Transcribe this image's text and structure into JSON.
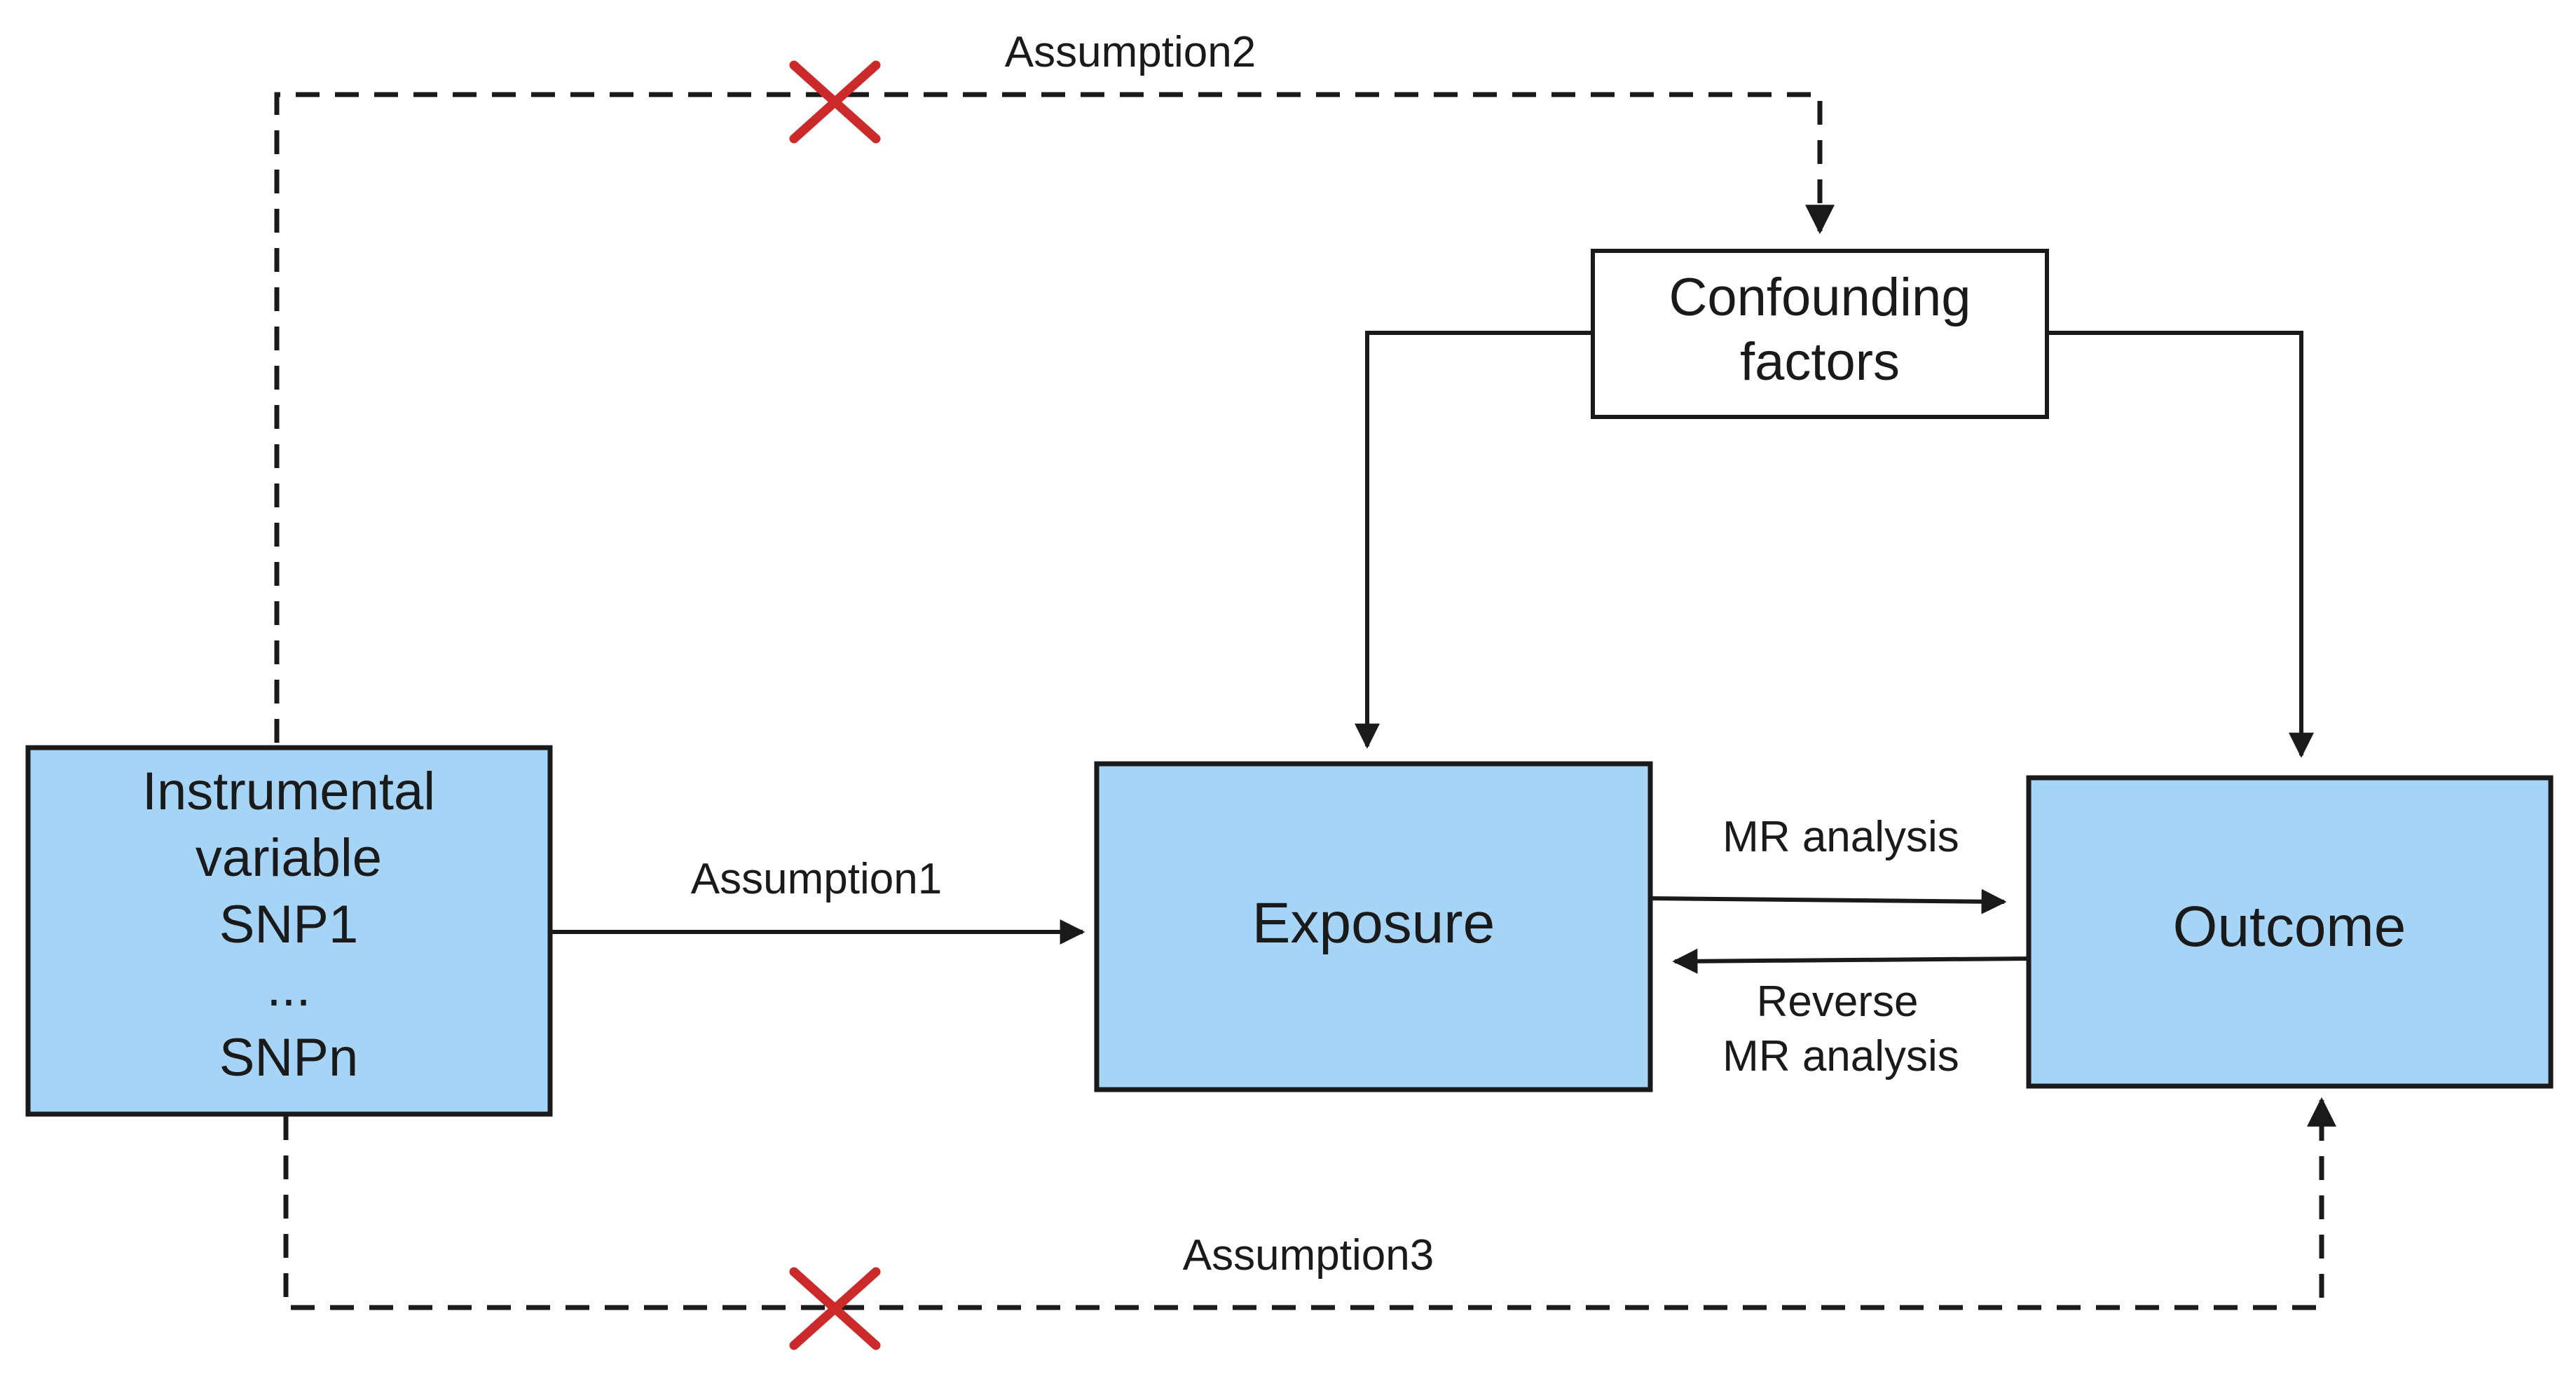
{
  "nodes": {
    "instrument": {
      "lines": [
        "Instrumental",
        "variable",
        "SNP1",
        "...",
        "SNPn"
      ]
    },
    "exposure": {
      "label": "Exposure"
    },
    "outcome": {
      "label": "Outcome"
    },
    "confounding": {
      "lines": [
        "Confounding",
        "factors"
      ]
    }
  },
  "edges": {
    "assumption1": "Assumption1",
    "assumption2": "Assumption2",
    "assumption3": "Assumption3",
    "mr_analysis": "MR analysis",
    "reverse_mr": [
      "Reverse",
      "MR analysis"
    ]
  },
  "colors": {
    "box_fill": "#a6d4f7",
    "stroke": "#1a1a1a",
    "cross": "#cc2a2a",
    "confounding_fill": "#ffffff"
  },
  "icons": {
    "violation_marker": "red-cross-icon"
  }
}
